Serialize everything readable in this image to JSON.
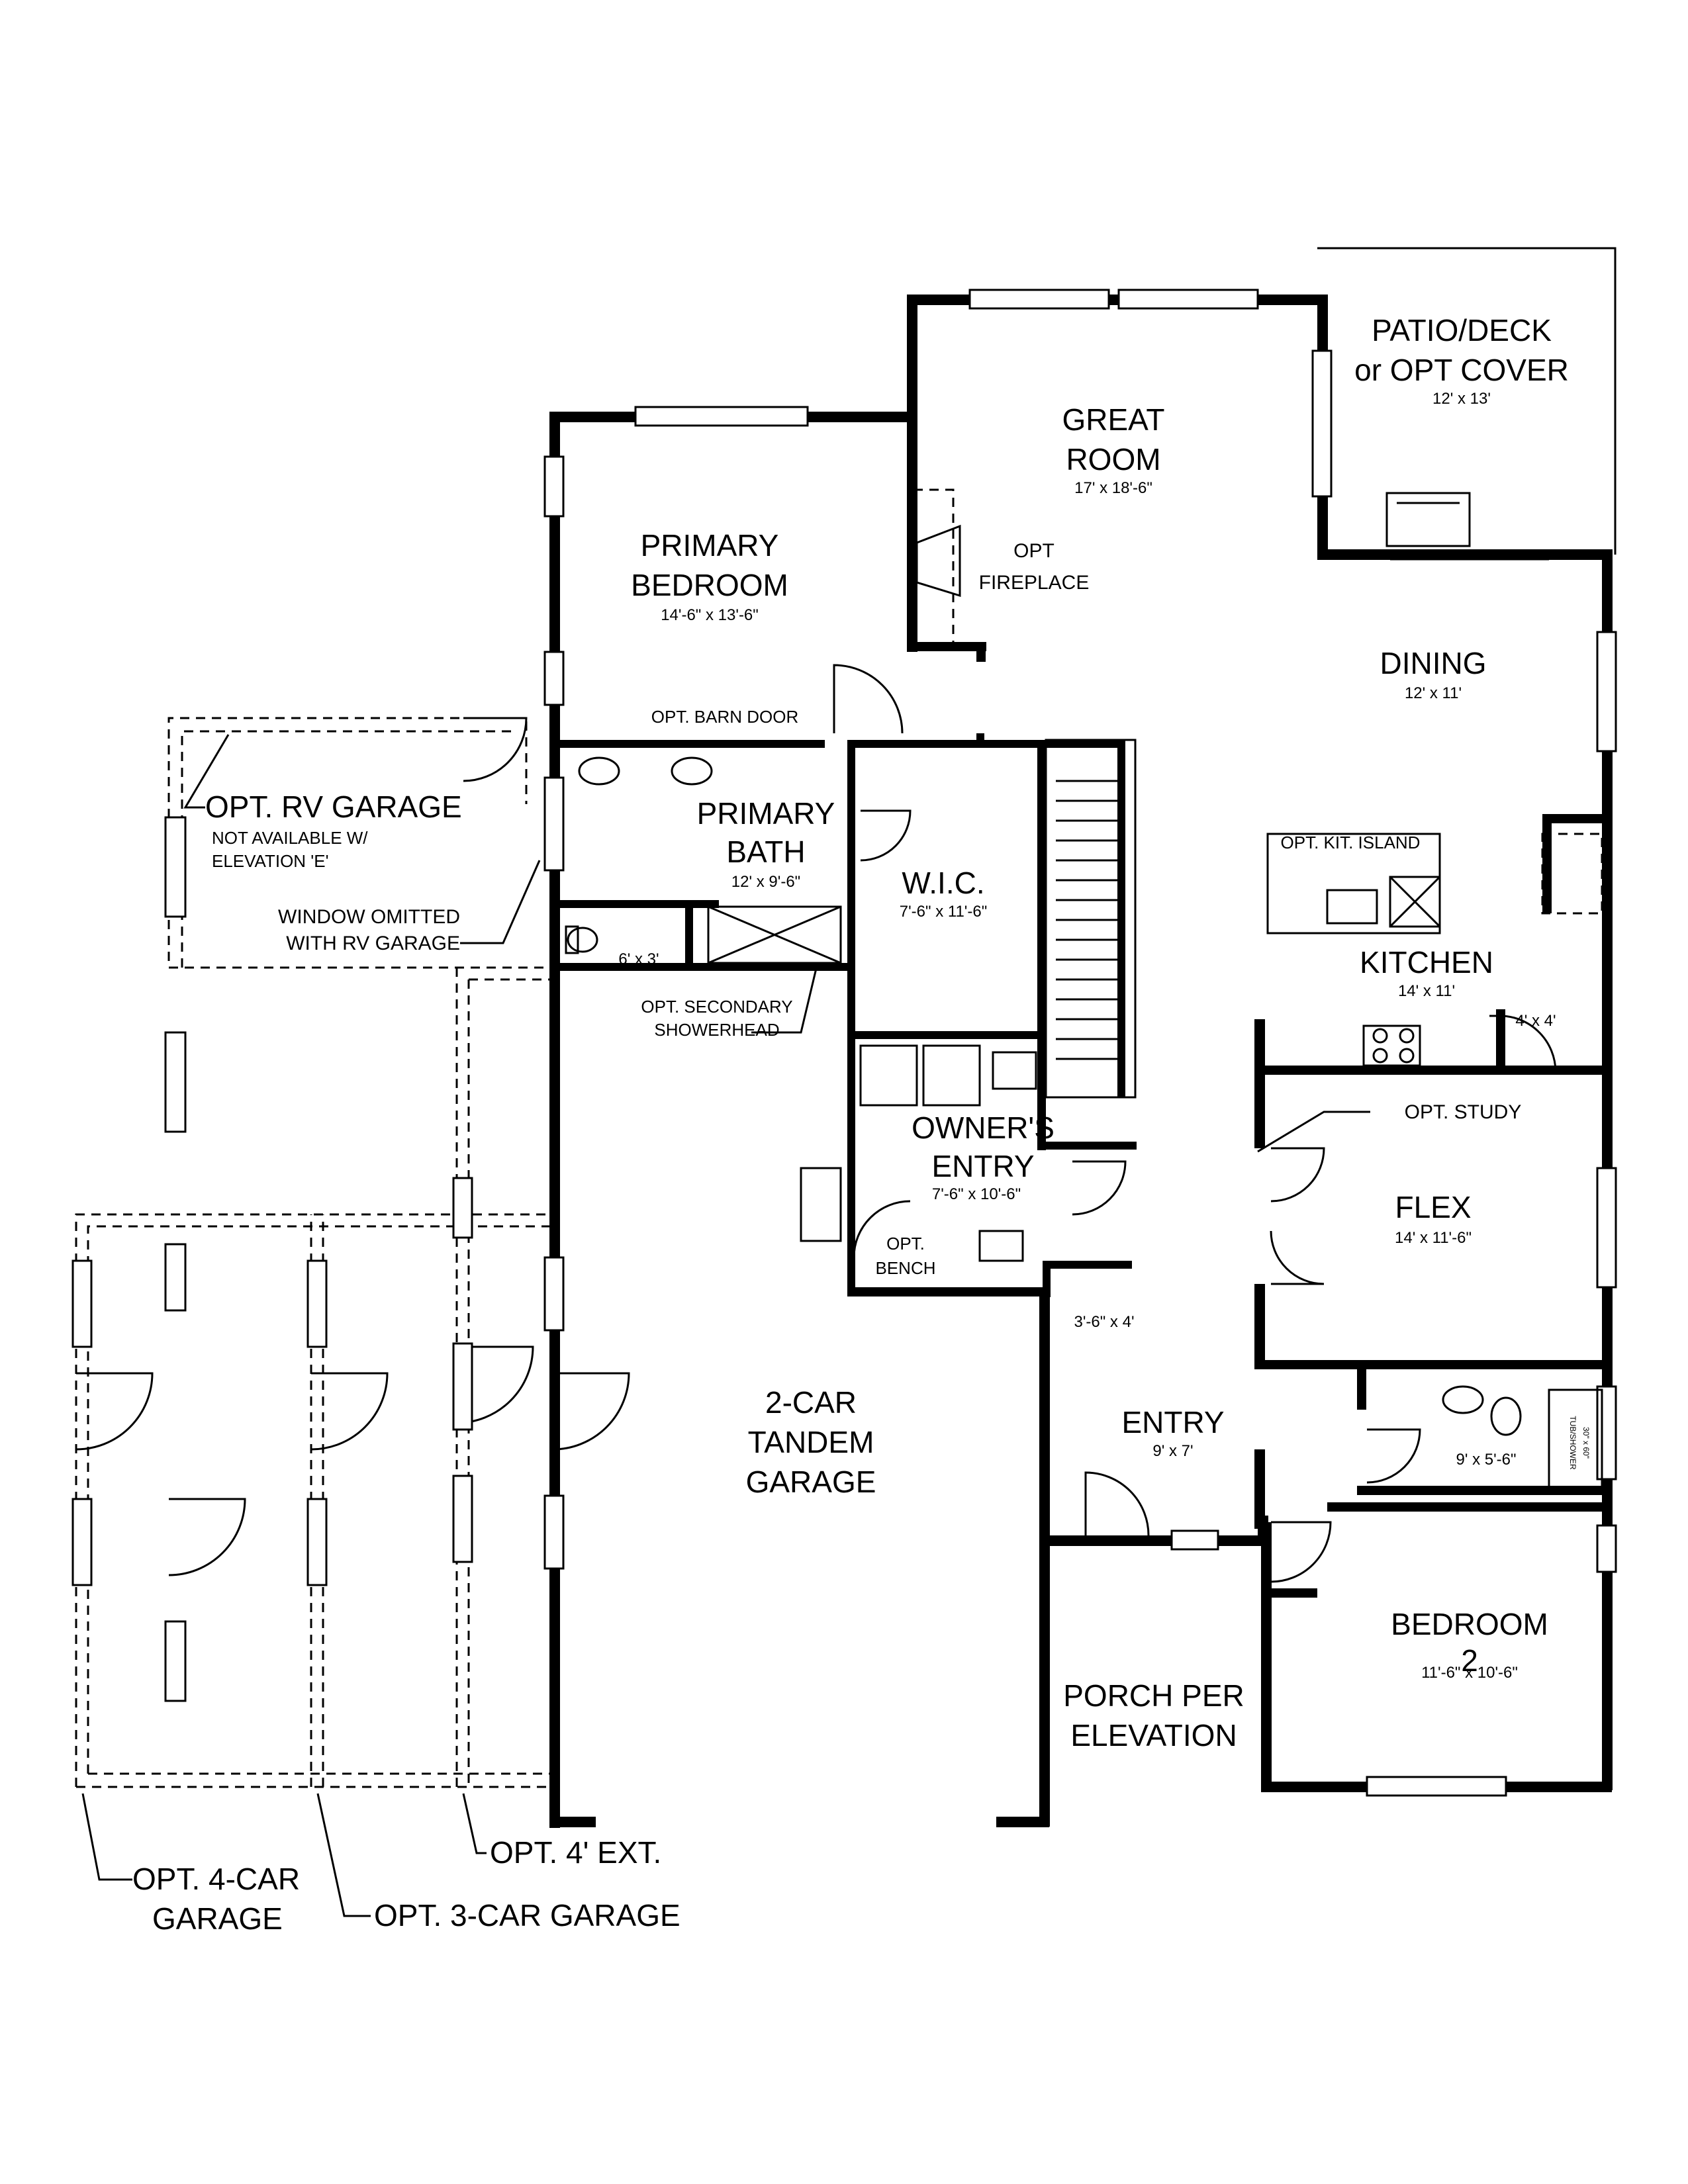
{
  "rooms": {
    "patio": {
      "name_line1": "PATIO/DECK",
      "name_line2": "or OPT COVER",
      "dims": "12' x 13'"
    },
    "great_room": {
      "name_line1": "GREAT",
      "name_line2": "ROOM",
      "dims": "17' x 18'-6\""
    },
    "primary_bedroom": {
      "name_line1": "PRIMARY",
      "name_line2": "BEDROOM",
      "dims": "14'-6\" x 13'-6\""
    },
    "opt_fireplace": {
      "line1": "OPT",
      "line2": "FIREPLACE"
    },
    "dining": {
      "name": "DINING",
      "dims": "12' x 11'"
    },
    "barn_door": {
      "label": "OPT. BARN DOOR"
    },
    "primary_bath": {
      "name_line1": "PRIMARY",
      "name_line2": "BATH",
      "dims": "12' x 9'-6\""
    },
    "wic": {
      "name": "W.I.C.",
      "dims": "7'-6\" x 11'-6\""
    },
    "kit_island": {
      "label": "OPT. KIT. ISLAND"
    },
    "kitchen": {
      "name": "KITCHEN",
      "dims": "14' x 11'"
    },
    "pantry": {
      "dims": "4' x 4'"
    },
    "wc": {
      "dims": "6' x 3'"
    },
    "secondary_showerhead": {
      "line1": "OPT. SECONDARY",
      "line2": "SHOWERHEAD"
    },
    "owners_entry": {
      "name_line1": "OWNER'S",
      "name_line2": "ENTRY",
      "dims": "7'-6\" x 10'-6\""
    },
    "opt_study": {
      "label": "OPT. STUDY"
    },
    "flex": {
      "name": "FLEX",
      "dims": "14' x 11'-6\""
    },
    "opt_bench": {
      "line1": "OPT.",
      "line2": "BENCH"
    },
    "closet": {
      "dims": "3'-6\" x 4'"
    },
    "garage": {
      "line1": "2-CAR",
      "line2": "TANDEM",
      "line3": "GARAGE"
    },
    "entry": {
      "name": "ENTRY",
      "dims": "9' x 7'"
    },
    "bath2": {
      "dims": "9' x 5'-6\"",
      "tub_label": "TUB/SHOWER",
      "tub_size": "30\" x 60\""
    },
    "bedroom2": {
      "name_line1": "BEDROOM",
      "name_line2": "2",
      "dims": "11'-6\" x 10'-6\""
    },
    "porch": {
      "name_line1": "PORCH PER",
      "name_line2": "ELEVATION"
    }
  },
  "callouts": {
    "rv_garage": {
      "title": "OPT. RV GARAGE",
      "note_line1": "NOT AVAILABLE W/",
      "note_line2": "ELEVATION 'E'"
    },
    "window_omitted": {
      "line1": "WINDOW OMITTED",
      "line2": "WITH RV GARAGE"
    },
    "four_car": {
      "line1": "OPT. 4-CAR",
      "line2": "GARAGE"
    },
    "three_car": {
      "label": "OPT. 3-CAR GARAGE"
    },
    "ext": {
      "label": "OPT. 4' EXT."
    }
  }
}
